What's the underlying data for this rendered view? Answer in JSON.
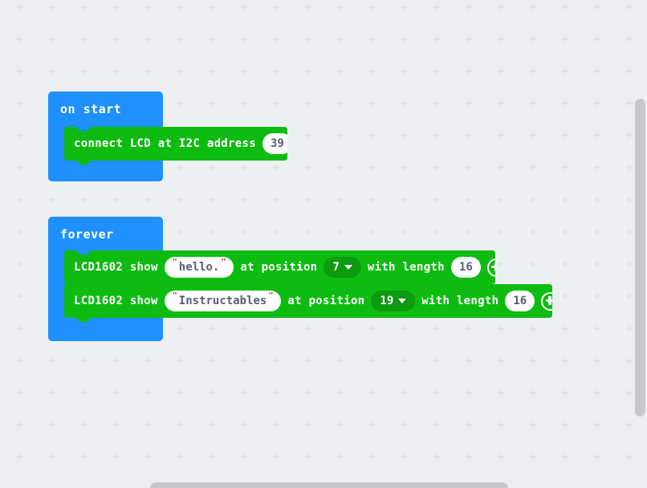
{
  "workspace": {
    "background_color": "#edf0f2",
    "grid_cross_color": "#d7dbdf"
  },
  "colors": {
    "event_block_blue": "#1e90ff",
    "statement_block_green": "#0ebc11",
    "dropdown_green": "#0c9a0e",
    "field_background": "#ffffff",
    "field_text": "#575e75",
    "quote_mark_red": "#b73333",
    "scrollbar_gray": "#c6c8ca"
  },
  "on_start": {
    "label": "on start",
    "connect_row": {
      "label": "connect LCD at I2C address",
      "address_value": "39"
    }
  },
  "forever": {
    "label": "forever",
    "rows": [
      {
        "show_label": "LCD1602 show",
        "text_value": "hello.",
        "position_label": "at position",
        "position_value": "7",
        "length_label": "with length",
        "length_value": "16"
      },
      {
        "show_label": "LCD1602 show",
        "text_value": "Instructables",
        "position_label": "at position",
        "position_value": "19",
        "length_label": "with length",
        "length_value": "16"
      }
    ]
  },
  "glyphs": {
    "quote": "\"",
    "dropdown_arrow": "▼",
    "add_parameter": "⊕"
  }
}
